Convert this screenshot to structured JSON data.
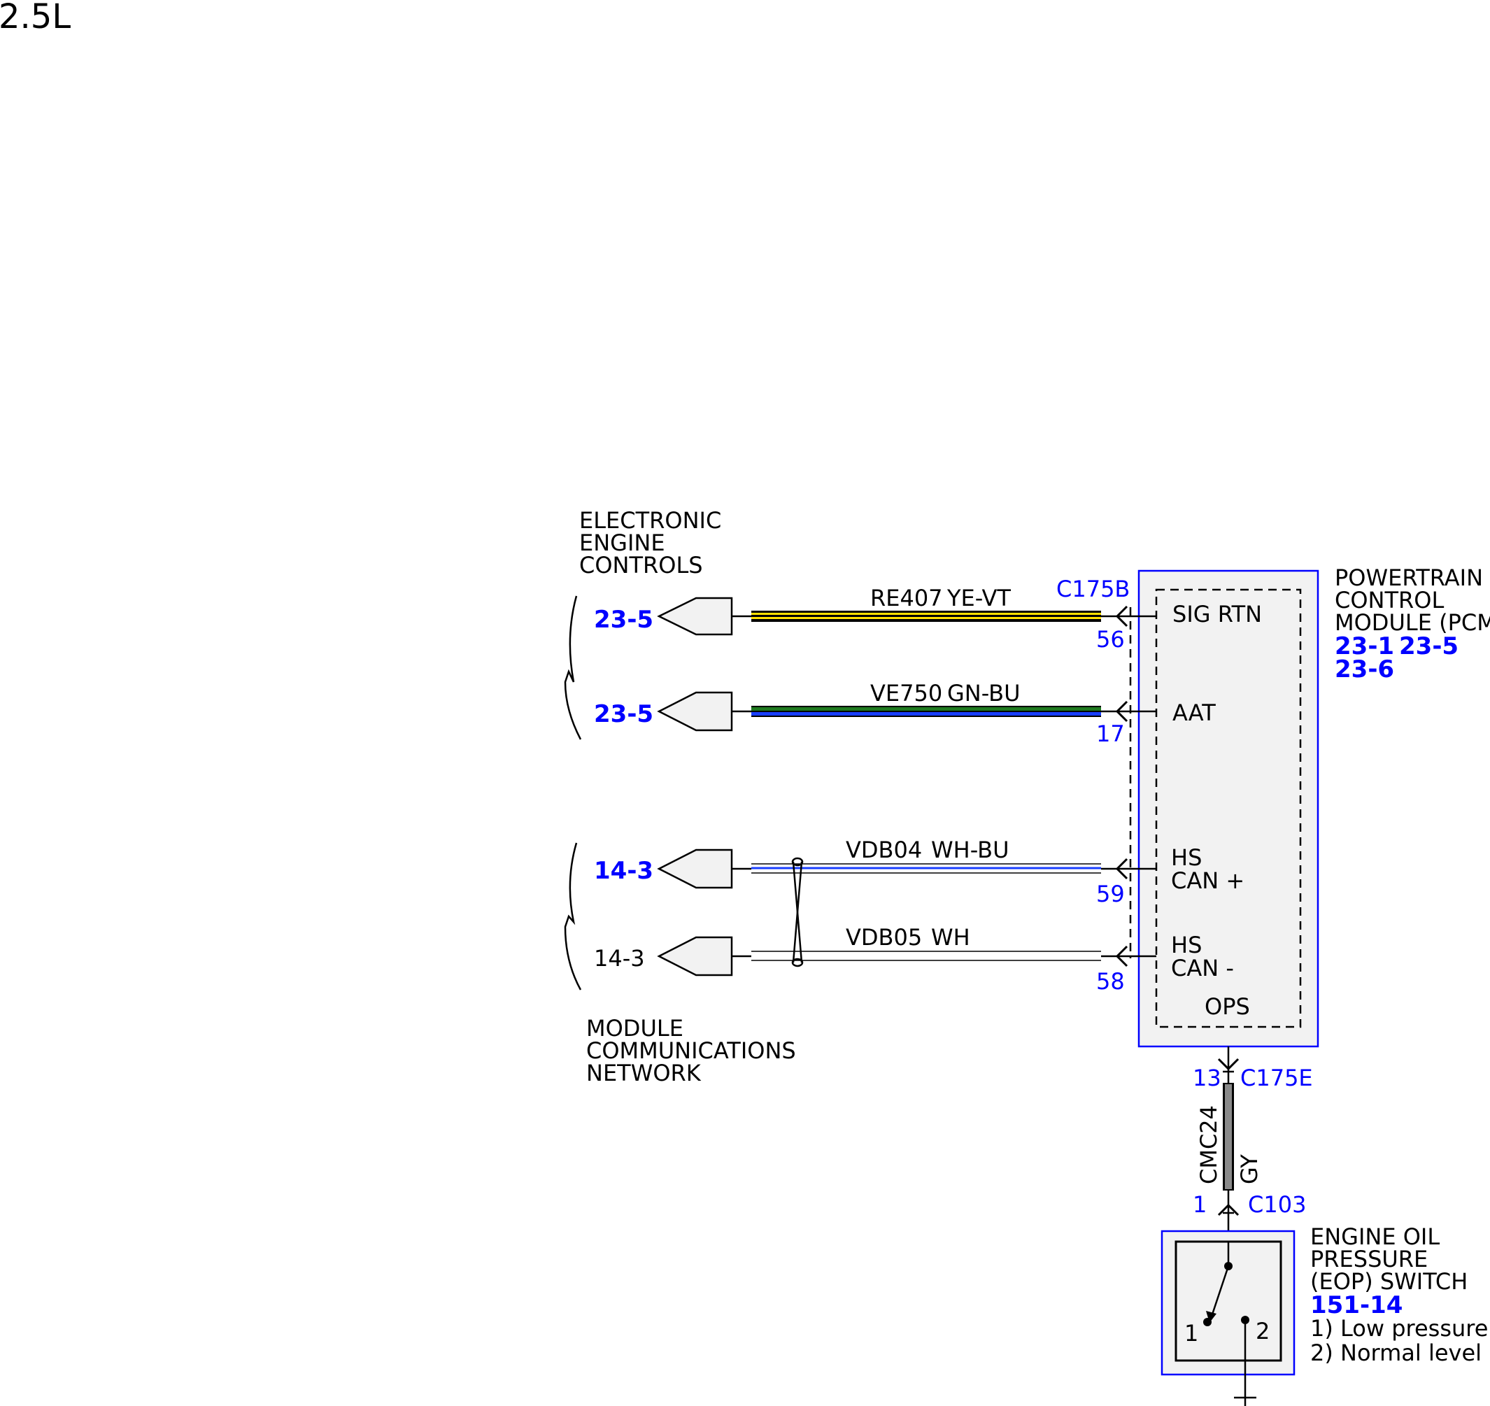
{
  "title": "2.5L",
  "groups": {
    "eec": [
      "ELECTRONIC",
      "ENGINE",
      "CONTROLS"
    ],
    "mcn": [
      "MODULE",
      "COMMUNICATIONS",
      "NETWORK"
    ]
  },
  "refs": {
    "r1": "23-5",
    "r2": "23-5",
    "r3": "14-3",
    "r4": "14-3"
  },
  "wires": {
    "w1": {
      "circuit": "RE407",
      "color": "YE-VT",
      "pin": "56"
    },
    "w2": {
      "circuit": "VE750",
      "color": "GN-BU",
      "pin": "17"
    },
    "w3": {
      "circuit": "VDB04",
      "color": "WH-BU",
      "pin": "59"
    },
    "w4": {
      "circuit": "VDB05",
      "color": "WH",
      "pin": "58"
    },
    "w5": {
      "circuit": "CMC24",
      "color": "GY"
    }
  },
  "connectors": {
    "c175b": "C175B",
    "c175e": "C175E",
    "c175e_pin": "13",
    "c103": "C103",
    "c103_pin": "1"
  },
  "pcm": {
    "name": [
      "POWERTRAIN",
      "CONTROL",
      "MODULE (PCM)"
    ],
    "refs": [
      "23-1",
      "23-5",
      "23-6"
    ],
    "pins": {
      "sig_rtn": "SIG RTN",
      "aat": "AAT",
      "hs_can_plus": [
        "HS",
        "CAN +"
      ],
      "hs_can_minus": [
        "HS",
        "CAN -"
      ],
      "ops": "OPS"
    }
  },
  "eop": {
    "name": [
      "ENGINE OIL",
      "PRESSURE",
      "(EOP) SWITCH"
    ],
    "ref": "151-14",
    "notes": [
      "1) Low pressure",
      "2) Normal level"
    ],
    "pos1": "1",
    "pos2": "2"
  },
  "colors": {
    "link_blue": "#0000ff",
    "box_fill": "#f2f2f2",
    "yellow": "#ffe000",
    "green": "#1f7a1f",
    "blue": "#1a3fff",
    "gray": "#8a8a8a"
  }
}
